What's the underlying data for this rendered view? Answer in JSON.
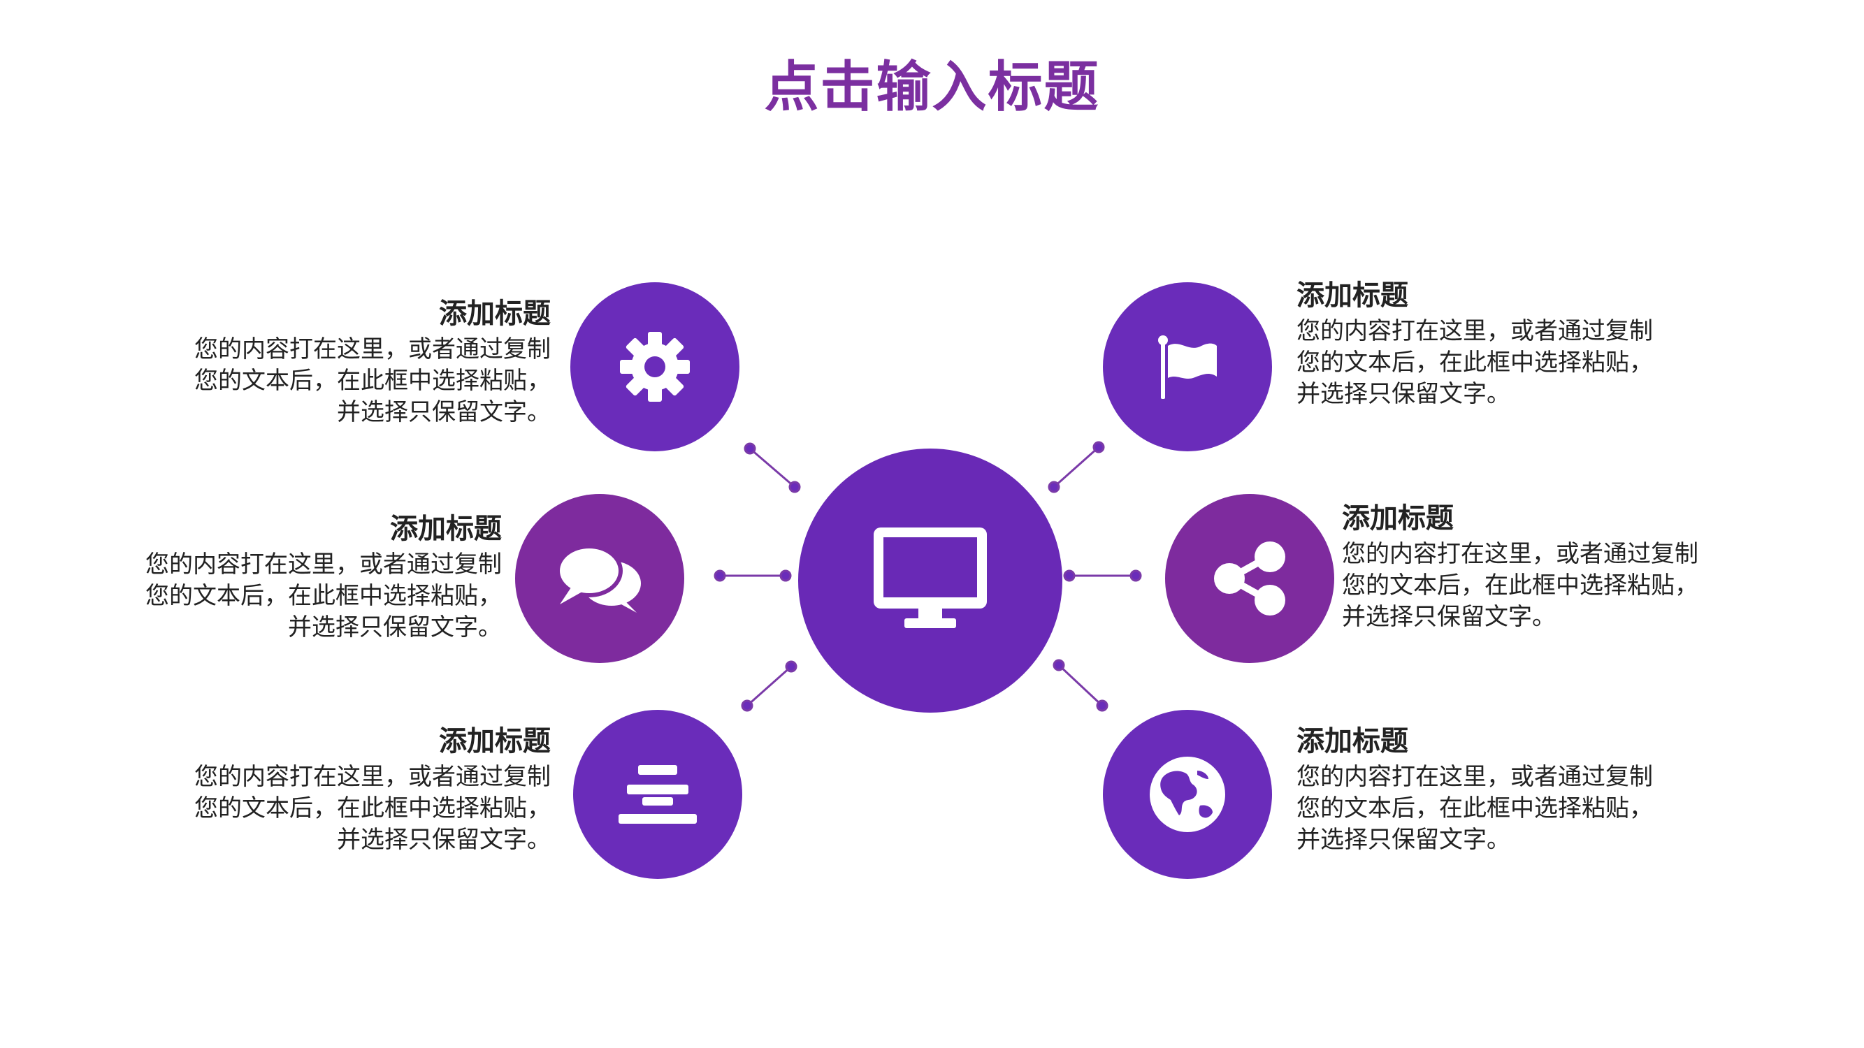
{
  "title": "点击输入标题",
  "colors": {
    "title": "#7b2fa0",
    "violet": "#6a2cba",
    "magenta": "#7e2b9e",
    "center": "#6929b6",
    "text": "#222222"
  },
  "center": {
    "icon": "monitor-icon"
  },
  "nodes": [
    {
      "heading": "添加标题",
      "text": "您的内容打在这里，或者通过复制\n您的文本后，在此框中选择粘贴，\n并选择只保留文字。",
      "icon": "gear-icon"
    },
    {
      "heading": "添加标题",
      "text": "您的内容打在这里，或者通过复制\n您的文本后，在此框中选择粘贴，\n并选择只保留文字。",
      "icon": "chat-bubbles-icon"
    },
    {
      "heading": "添加标题",
      "text": "您的内容打在这里，或者通过复制\n您的文本后，在此框中选择粘贴，\n并选择只保留文字。",
      "icon": "stack-bars-icon"
    },
    {
      "heading": "添加标题",
      "text": "您的内容打在这里，或者通过复制\n您的文本后，在此框中选择粘贴，\n并选择只保留文字。",
      "icon": "flag-icon"
    },
    {
      "heading": "添加标题",
      "text": "您的内容打在这里，或者通过复制\n您的文本后，在此框中选择粘贴，\n并选择只保留文字。",
      "icon": "share-icon"
    },
    {
      "heading": "添加标题",
      "text": "您的内容打在这里，或者通过复制\n您的文本后，在此框中选择粘贴，\n并选择只保留文字。",
      "icon": "globe-icon"
    }
  ]
}
